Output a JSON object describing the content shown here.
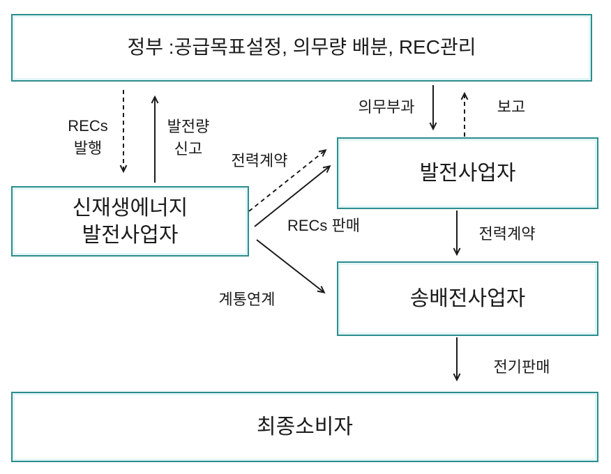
{
  "diagram": {
    "title_hint": "RPS / REC system flow diagram (Korean)",
    "colors": {
      "box_border": "#2e8c8c",
      "box_inner_glow": "#e2f5f6",
      "line": "#1b1b1b",
      "background": "#ffffff",
      "text": "#1b1b1b"
    },
    "nodes": {
      "government": {
        "label": "정부 :공급목표설정, 의무량 배분, REC관리"
      },
      "renewable": {
        "label": "신재생에너지\n발전사업자"
      },
      "generator": {
        "label": "발전사업자"
      },
      "transmission": {
        "label": "송배전사업자"
      },
      "consumer": {
        "label": "최종소비자"
      }
    },
    "edges": {
      "recs_issue": {
        "label": "RECs\n발행",
        "style": "dashed",
        "from": "government",
        "to": "renewable"
      },
      "generation_report": {
        "label": "발전량\n신고",
        "style": "solid",
        "from": "renewable",
        "to": "government"
      },
      "obligation": {
        "label": "의무부과",
        "style": "solid",
        "from": "government",
        "to": "generator"
      },
      "report": {
        "label": "보고",
        "style": "dashed",
        "from": "generator",
        "to": "government"
      },
      "power_contract_diag": {
        "label": "전력계약",
        "style": "dashed",
        "from": "renewable",
        "to": "generator"
      },
      "recs_sale": {
        "label": "RECs 판매",
        "style": "solid",
        "from": "renewable",
        "to": "generator"
      },
      "grid_connection": {
        "label": "계통연계",
        "style": "solid",
        "from": "renewable",
        "to": "transmission"
      },
      "power_contract_vert": {
        "label": "전력계약",
        "style": "solid",
        "from": "generator",
        "to": "transmission"
      },
      "electricity_sale": {
        "label": "전기판매",
        "style": "solid",
        "from": "transmission",
        "to": "consumer"
      }
    }
  }
}
